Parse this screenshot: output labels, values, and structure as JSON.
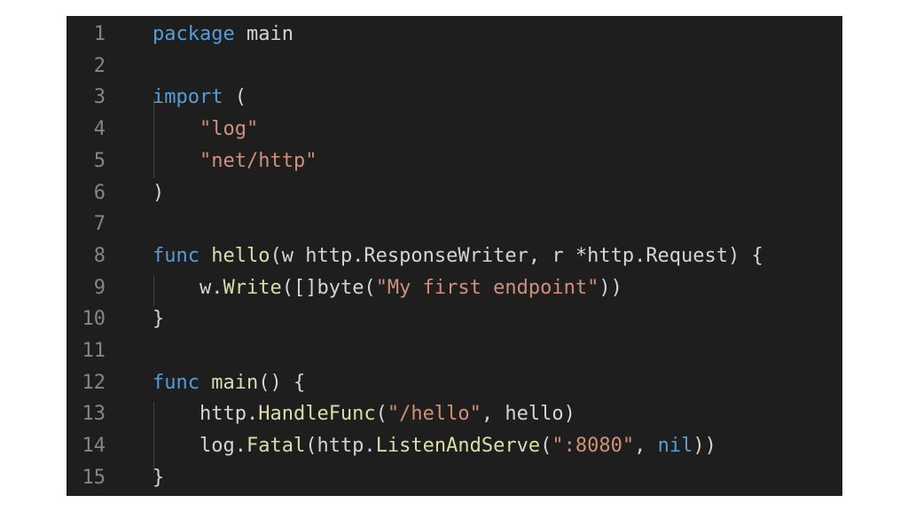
{
  "editor": {
    "lines": [
      {
        "n": "1",
        "indent": "",
        "tokens": [
          {
            "t": "package",
            "c": "kw"
          },
          {
            "t": " main",
            "c": "plain"
          }
        ]
      },
      {
        "n": "2",
        "indent": "",
        "tokens": []
      },
      {
        "n": "3",
        "indent": "",
        "tokens": [
          {
            "t": "import",
            "c": "kw"
          },
          {
            "t": " (",
            "c": "plain"
          }
        ]
      },
      {
        "n": "4",
        "indent": "    ",
        "tokens": [
          {
            "t": "\"log\"",
            "c": "str"
          }
        ]
      },
      {
        "n": "5",
        "indent": "    ",
        "tokens": [
          {
            "t": "\"net/http\"",
            "c": "str"
          }
        ]
      },
      {
        "n": "6",
        "indent": "",
        "tokens": [
          {
            "t": ")",
            "c": "plain"
          }
        ]
      },
      {
        "n": "7",
        "indent": "",
        "tokens": []
      },
      {
        "n": "8",
        "indent": "",
        "tokens": [
          {
            "t": "func",
            "c": "kw"
          },
          {
            "t": " ",
            "c": "plain"
          },
          {
            "t": "hello",
            "c": "fn"
          },
          {
            "t": "(w http.ResponseWriter, r *http.Request) {",
            "c": "plain"
          }
        ]
      },
      {
        "n": "9",
        "indent": "    ",
        "tokens": [
          {
            "t": "w.",
            "c": "plain"
          },
          {
            "t": "Write",
            "c": "fn"
          },
          {
            "t": "([]byte(",
            "c": "plain"
          },
          {
            "t": "\"My first endpoint\"",
            "c": "str"
          },
          {
            "t": "))",
            "c": "plain"
          }
        ]
      },
      {
        "n": "10",
        "indent": "",
        "tokens": [
          {
            "t": "}",
            "c": "plain"
          }
        ]
      },
      {
        "n": "11",
        "indent": "",
        "tokens": []
      },
      {
        "n": "12",
        "indent": "",
        "tokens": [
          {
            "t": "func",
            "c": "kw"
          },
          {
            "t": " ",
            "c": "plain"
          },
          {
            "t": "main",
            "c": "fn"
          },
          {
            "t": "() {",
            "c": "plain"
          }
        ]
      },
      {
        "n": "13",
        "indent": "    ",
        "tokens": [
          {
            "t": "http.",
            "c": "plain"
          },
          {
            "t": "HandleFunc",
            "c": "fn"
          },
          {
            "t": "(",
            "c": "plain"
          },
          {
            "t": "\"/hello\"",
            "c": "str"
          },
          {
            "t": ", hello)",
            "c": "plain"
          }
        ]
      },
      {
        "n": "14",
        "indent": "    ",
        "tokens": [
          {
            "t": "log.",
            "c": "plain"
          },
          {
            "t": "Fatal",
            "c": "fn"
          },
          {
            "t": "(http.",
            "c": "plain"
          },
          {
            "t": "ListenAndServe",
            "c": "fn"
          },
          {
            "t": "(",
            "c": "plain"
          },
          {
            "t": "\":8080\"",
            "c": "str"
          },
          {
            "t": ", ",
            "c": "plain"
          },
          {
            "t": "nil",
            "c": "kw"
          },
          {
            "t": "))",
            "c": "plain"
          }
        ]
      },
      {
        "n": "15",
        "indent": "",
        "tokens": [
          {
            "t": "}",
            "c": "plain"
          }
        ]
      }
    ]
  },
  "colors": {
    "background": "#1e1e1e",
    "keyword": "#569cd6",
    "string": "#ce9178",
    "function": "#dcdcaa",
    "text": "#d4d4d4",
    "line_number": "#858585"
  }
}
